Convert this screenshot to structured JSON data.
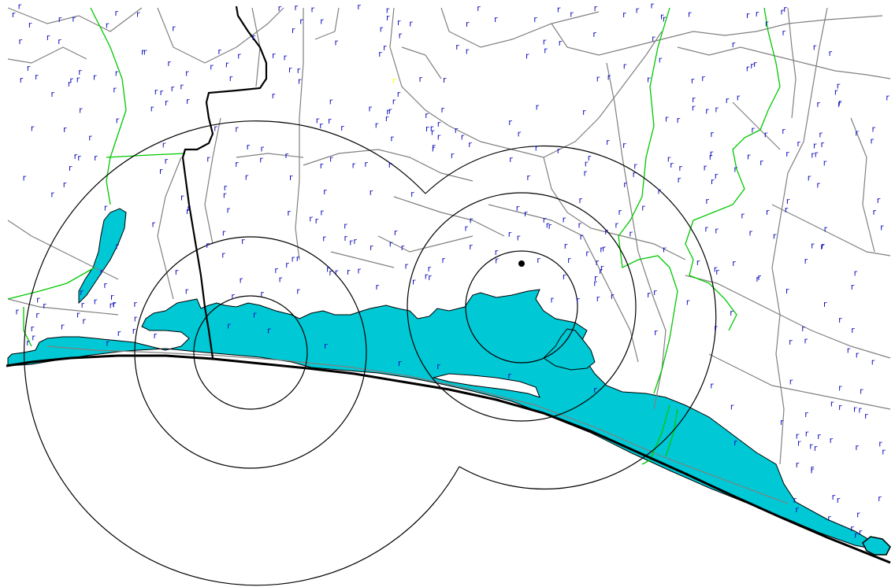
{
  "map": {
    "colors": {
      "background": "#ffffff",
      "water": "#00c8d4",
      "water_outline": "#000000",
      "road": "#808080",
      "boundary_green": "#00c800",
      "county_line": "#000000",
      "buffer_ring": "#000000",
      "flag_marker": "#1010c0",
      "highlight_marker": "#ffff00",
      "center_point": "#000000"
    },
    "marker_glyph": "r",
    "marker_count": 420,
    "center_point_count": 1
  }
}
